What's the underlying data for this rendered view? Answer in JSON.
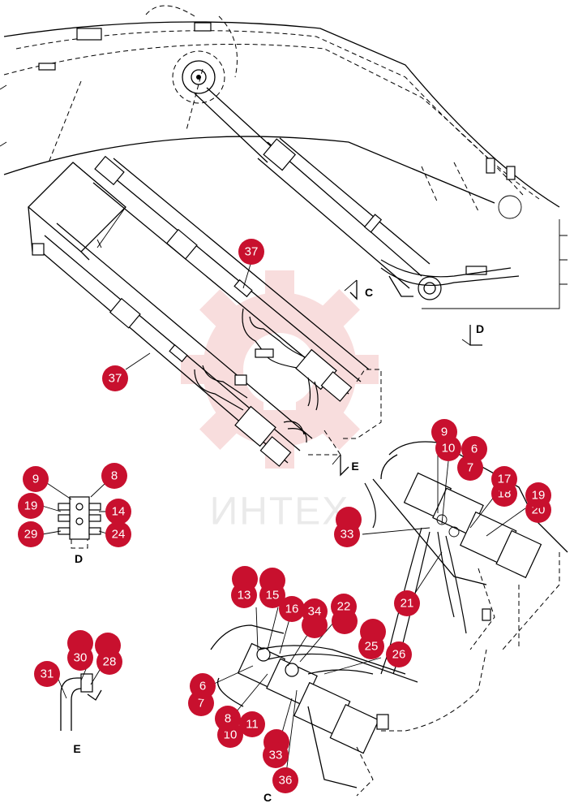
{
  "watermark": {
    "text": "ИНТЕХ",
    "color": "#f4c2c2"
  },
  "callout_color": "#c8102e",
  "views": {
    "C_top": "C",
    "C_bottom": "C",
    "D_top": "D",
    "D_detail": "D",
    "E_top": "E",
    "E_detail": "E"
  },
  "callouts": {
    "c37a": "37",
    "c37b": "37",
    "d9": "9",
    "d8": "8",
    "d19": "19",
    "d14": "14",
    "d29": "29",
    "d24": "24",
    "e30": "30",
    "e28": "28",
    "e31": "31",
    "r9": "9",
    "r10": "10",
    "r6": "6",
    "r7": "7",
    "r17": "17",
    "r18": "18",
    "r19": "19",
    "r20": "20",
    "r33": "33",
    "r21": "21",
    "b13": "13",
    "b15": "15",
    "b16": "16",
    "b34": "34",
    "b22": "22",
    "b25": "25",
    "b26": "26",
    "b6": "6",
    "b7": "7",
    "b8": "8",
    "b11": "11",
    "b10": "10",
    "b33": "33",
    "b36": "36"
  }
}
